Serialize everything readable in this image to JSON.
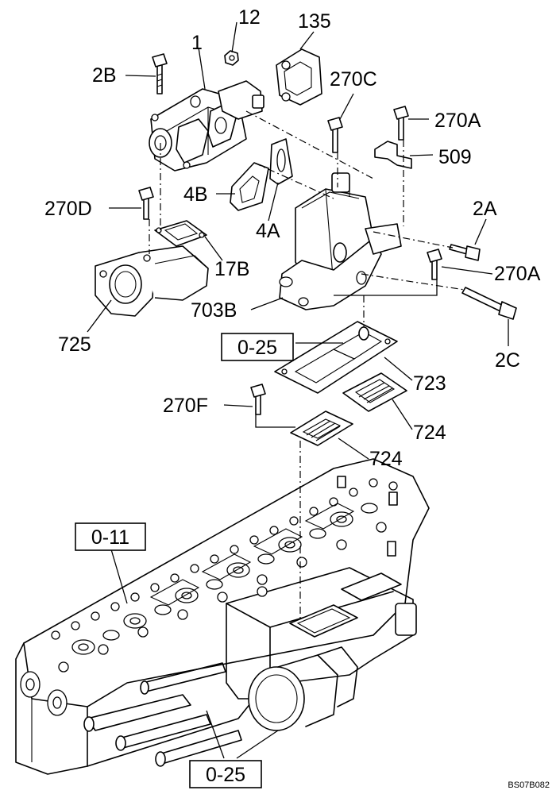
{
  "diagram": {
    "callouts": {
      "c12": "12",
      "c135": "135",
      "c1": "1",
      "c2B": "2B",
      "c270C": "270C",
      "c270A_top": "270A",
      "c509": "509",
      "c2A": "2A",
      "c270D": "270D",
      "c4B": "4B",
      "c4A": "4A",
      "c17B": "17B",
      "c270A_mid": "270A",
      "c703B": "703B",
      "c725": "725",
      "c2C": "2C",
      "c723": "723",
      "c270F": "270F",
      "c724_right": "724",
      "c724_bottom": "724"
    },
    "refs": {
      "ref_025_mid": "0-25",
      "ref_011": "0-11",
      "ref_025_bottom": "0-25"
    },
    "drawing_code": "BS07B082"
  }
}
